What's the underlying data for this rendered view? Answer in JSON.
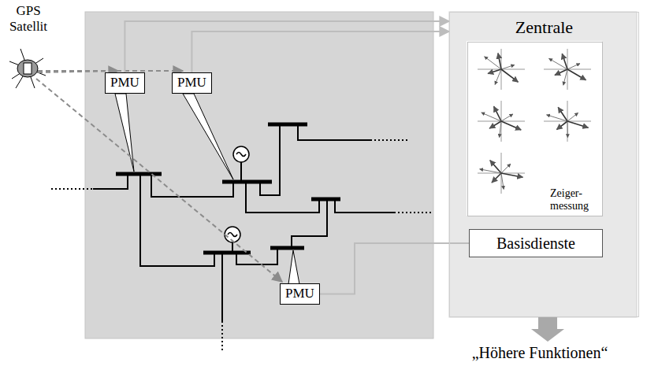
{
  "diagram": {
    "nodes": [
      {
        "text": [
          "PMU"
        ]
      },
      {
        "text": [
          "PMU"
        ]
      },
      {
        "text": [
          "PMU"
        ]
      },
      {
        "text": [
          "Zentrale"
        ]
      },
      {
        "text": [
          "Zeiger- messung"
        ],
        "in": 3
      },
      {
        "text": [
          "Basisdienste"
        ],
        "in": 3
      }
    ],
    "edges": [
      {
        "from": 0,
        "to": 3,
        "arrow": "to"
      },
      {
        "from": 1,
        "to": 3,
        "arrow": "to"
      },
      {
        "from": 2,
        "to": 5,
        "arrow": "none"
      }
    ],
    "labels": [
      "GPS Satellit",
      "„Höhere Funktionen“"
    ]
  }
}
